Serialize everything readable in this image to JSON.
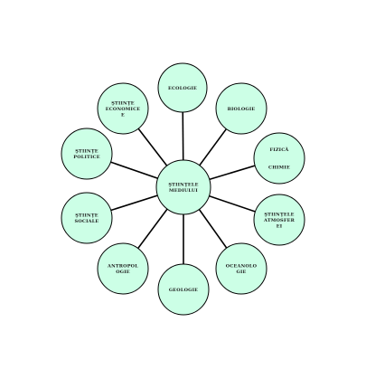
{
  "diagram": {
    "center": {
      "lines": [
        "ŞTIINŢELE",
        "MEDIULUI"
      ]
    },
    "nodes": [
      {
        "id": "ecologie",
        "lines": [
          "ECOLOGIE"
        ]
      },
      {
        "id": "biologie",
        "lines": [
          "BIOLOGIE"
        ]
      },
      {
        "id": "fizica-chimie",
        "lines": [
          "FIZICĂ",
          "",
          "",
          "CHIMIE"
        ]
      },
      {
        "id": "stiintele-atmosferei",
        "lines": [
          "ŞTIINŢELE",
          "ATMOSFER",
          "EI"
        ]
      },
      {
        "id": "oceanologie",
        "lines": [
          "OCEANOLO",
          "GIE"
        ]
      },
      {
        "id": "geologie",
        "lines": [
          "GEOLOGIE"
        ]
      },
      {
        "id": "antropologie",
        "lines": [
          "ANTROPOL",
          "OGIE"
        ]
      },
      {
        "id": "stiinte-sociale",
        "lines": [
          "ŞTIINŢE",
          "SOCIALE"
        ]
      },
      {
        "id": "stiinte-politice",
        "lines": [
          "ŞTIINŢE",
          "POLITICE"
        ]
      },
      {
        "id": "stiinte-economice",
        "lines": [
          "ŞTIINŢE",
          "ECONOMICE",
          "E"
        ]
      }
    ],
    "colors": {
      "node_fill": "#ccffe6",
      "stroke": "#000000",
      "text": "#1a1a1a"
    }
  }
}
